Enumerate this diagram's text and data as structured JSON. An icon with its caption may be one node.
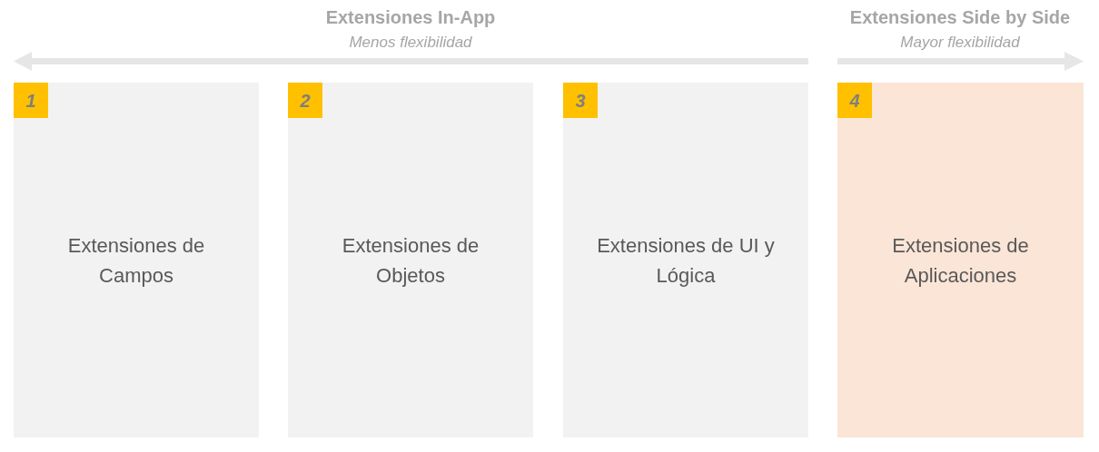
{
  "diagram": {
    "nodes": [
      {
        "text": [
          "Extensiones de Campos"
        ]
      },
      {
        "text": [
          "1"
        ],
        "in": 0
      },
      {
        "text": [
          "Extensiones de Objetos"
        ]
      },
      {
        "text": [
          "2"
        ],
        "in": 2
      },
      {
        "text": [
          "Extensiones de UI y Lógica"
        ]
      },
      {
        "text": [
          "3"
        ],
        "in": 4
      },
      {
        "text": [
          "Extensiones de Aplicaciones"
        ]
      },
      {
        "text": [
          "4"
        ],
        "in": 6
      }
    ],
    "labels": [
      "Extensiones In-App",
      "Menos flexibilidad",
      "Extensiones Side by Side",
      "Mayor flexibilidad"
    ]
  }
}
